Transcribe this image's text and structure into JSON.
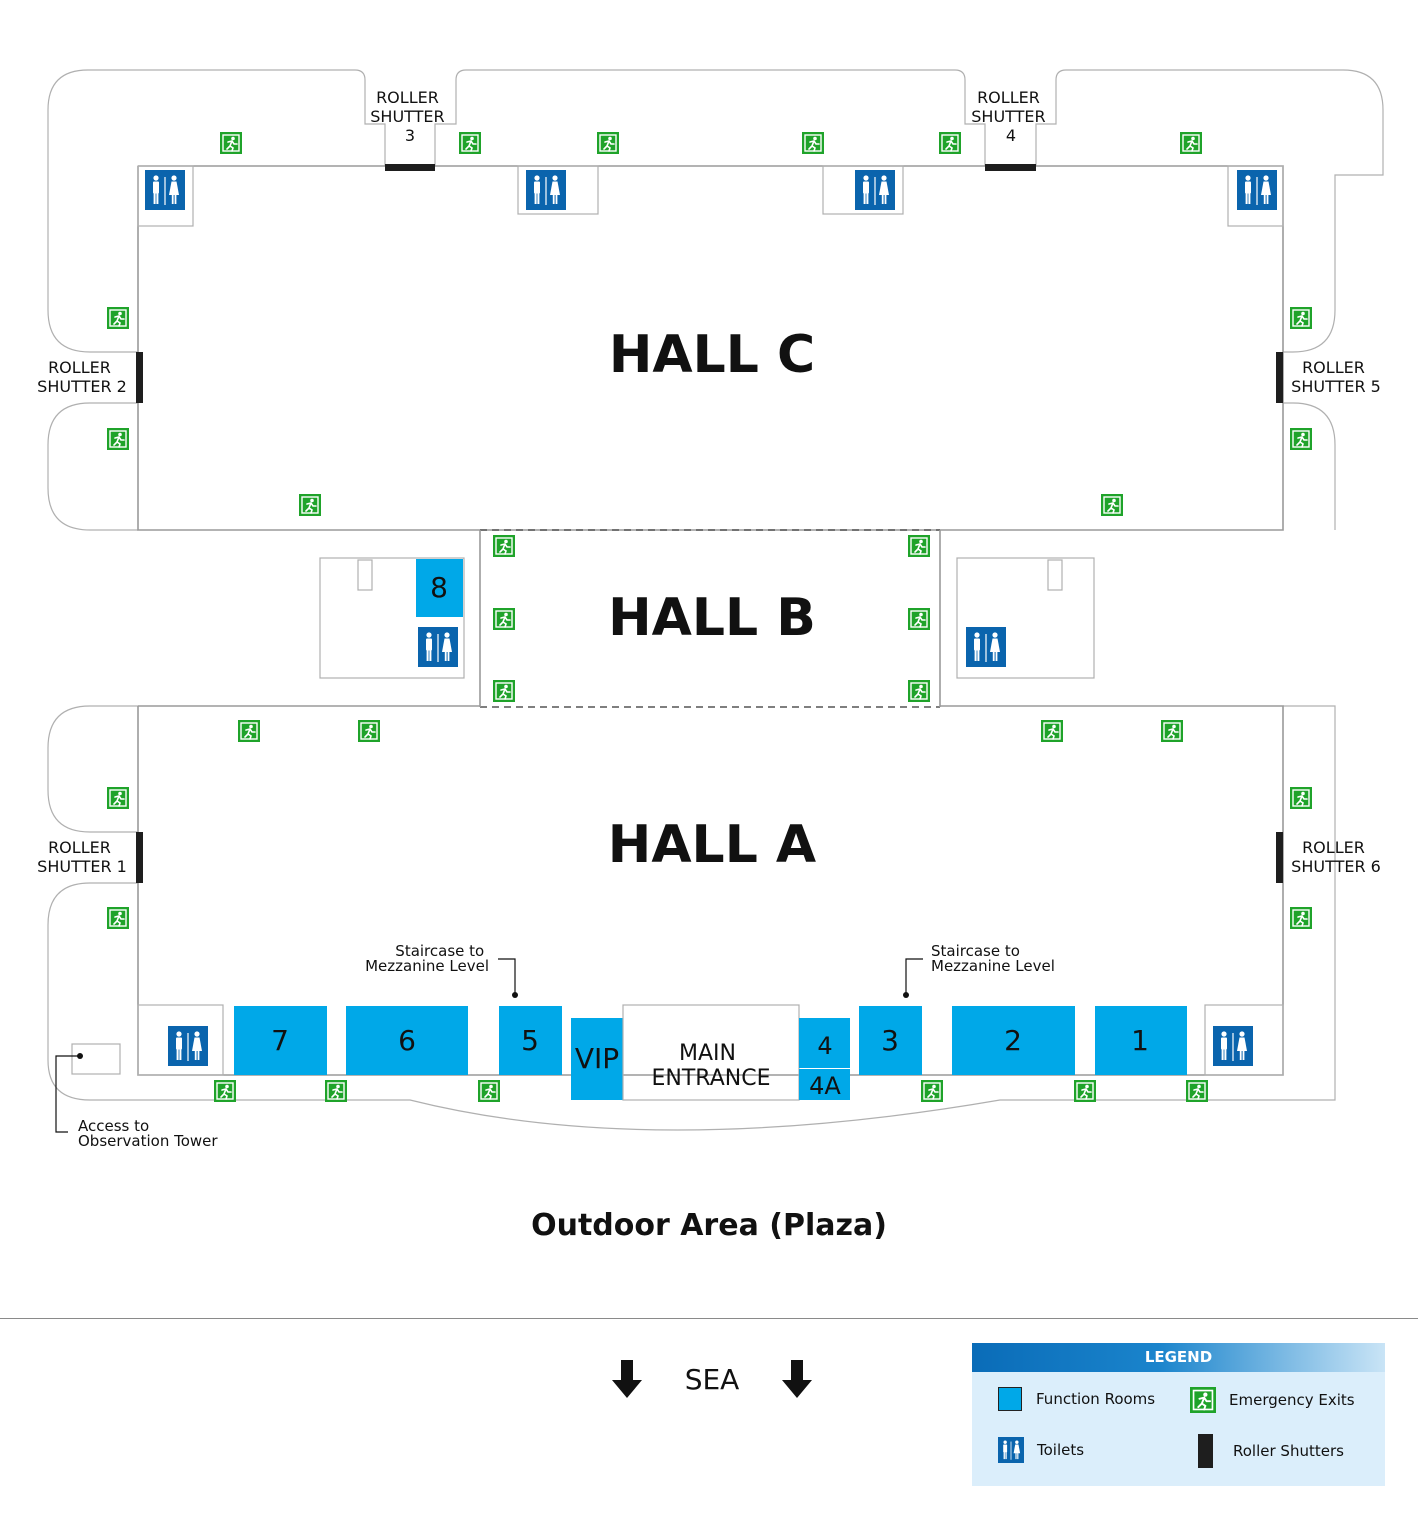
{
  "colors": {
    "function_room": "#00a8e8",
    "toilet": "#0a64ad",
    "emergency_exit": "#1fa32a",
    "roller_shutter": "#1e1e1e",
    "legend_bg": "#dbeefb",
    "legend_header": "#0a6cb8"
  },
  "halls": {
    "c": "HALL C",
    "b": "HALL B",
    "a": "HALL A"
  },
  "roller_shutters": [
    {
      "id": "rs1",
      "lines": [
        "ROLLER",
        "SHUTTER 1"
      ]
    },
    {
      "id": "rs2",
      "lines": [
        "ROLLER",
        "SHUTTER 2"
      ]
    },
    {
      "id": "rs3",
      "lines": [
        "ROLLER",
        "SHUTTER",
        "3"
      ]
    },
    {
      "id": "rs4",
      "lines": [
        "ROLLER",
        "SHUTTER",
        "4"
      ]
    },
    {
      "id": "rs5",
      "lines": [
        "ROLLER",
        "SHUTTER 5"
      ]
    },
    {
      "id": "rs6",
      "lines": [
        "ROLLER",
        "SHUTTER 6"
      ]
    }
  ],
  "function_rooms": [
    "1",
    "2",
    "3",
    "4",
    "4A",
    "5",
    "6",
    "7",
    "8",
    "VIP"
  ],
  "main_entrance": [
    "MAIN",
    "ENTRANCE"
  ],
  "annotations": {
    "staircase_left": [
      "Staircase to",
      "Mezzanine Level"
    ],
    "staircase_right": [
      "Staircase to",
      "Mezzanine Level"
    ],
    "observation": [
      "Access to",
      "Observation Tower"
    ]
  },
  "outdoor_area": "Outdoor Area (Plaza)",
  "sea": {
    "label": "SEA",
    "icon": "arrow-down-icon"
  },
  "legend": {
    "title": "LEGEND",
    "items": [
      {
        "label": "Function Rooms",
        "icon": "function-room-swatch"
      },
      {
        "label": "Emergency Exits",
        "icon": "emergency-exit-icon"
      },
      {
        "label": "Toilets",
        "icon": "toilet-icon"
      },
      {
        "label": "Roller Shutters",
        "icon": "roller-shutter-swatch"
      }
    ]
  }
}
